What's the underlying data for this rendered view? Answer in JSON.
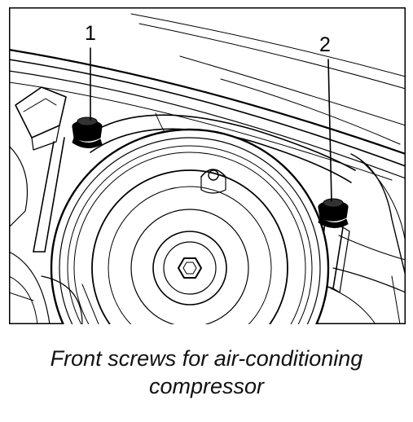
{
  "figure": {
    "callouts": [
      {
        "label": "1",
        "part": "screw"
      },
      {
        "label": "2",
        "part": "screw"
      }
    ]
  },
  "caption": {
    "line1": "Front screws for air-conditioning",
    "line2": "compressor"
  }
}
